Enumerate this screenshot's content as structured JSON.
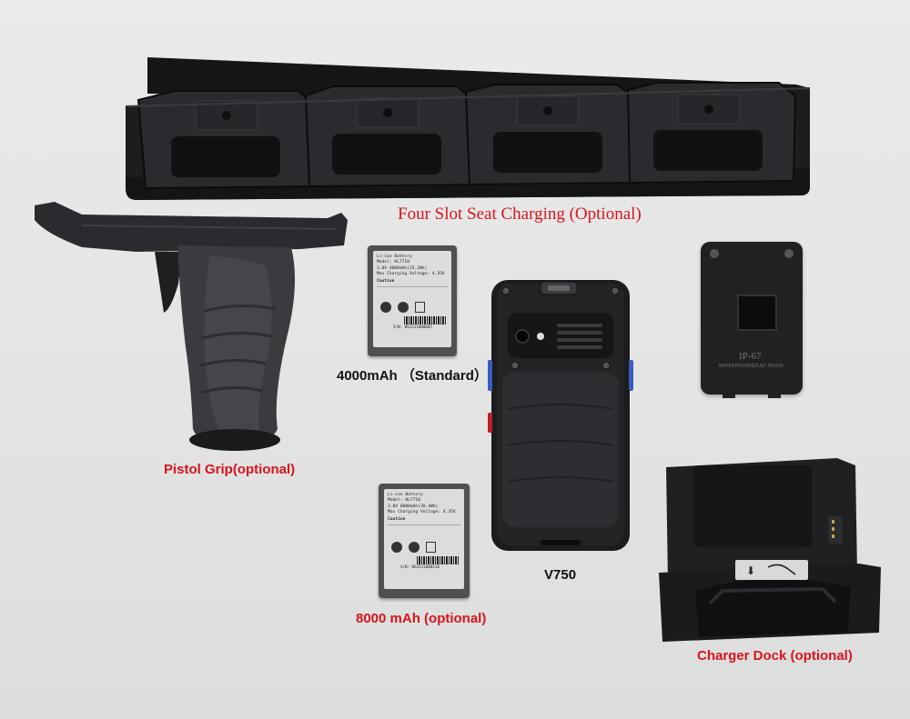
{
  "labels": {
    "four_slot": "Four Slot Seat Charging (Optional)",
    "battery_standard": "4000mAh （Standard）",
    "pistol_grip": "Pistol Grip(optional)",
    "device": "V750",
    "battery_optional": "8000 mAh (optional)",
    "charger_dock": "Charger Dock (optional)"
  },
  "battery_standard_print": {
    "line1": "Li-ion Battery",
    "line2": "Model: HL7710",
    "line3": "3.8V 4000mAh(15.2Wh)",
    "line4": "Max Charging Voltage: 4.35V",
    "caution": "Caution",
    "serial": "S/N: WS2311000065"
  },
  "battery_optional_print": {
    "line1": "Li-ion Battery",
    "line2": "Model: HL7710",
    "line3": "3.8V 8000mAh(30.4Wh)",
    "line4": "Max Charging Voltage: 4.35V",
    "caution": "Caution",
    "serial": "S/N: WS2311000418"
  },
  "back_cover_print": {
    "rating": "IP-67",
    "subtitle": "WATERPROOF&DUST PROOF"
  },
  "colors": {
    "label_red": "#d8141b",
    "device_black": "#1b1c1e",
    "battery_gray": "#4a4b4d",
    "background": "#e4e5e5"
  }
}
